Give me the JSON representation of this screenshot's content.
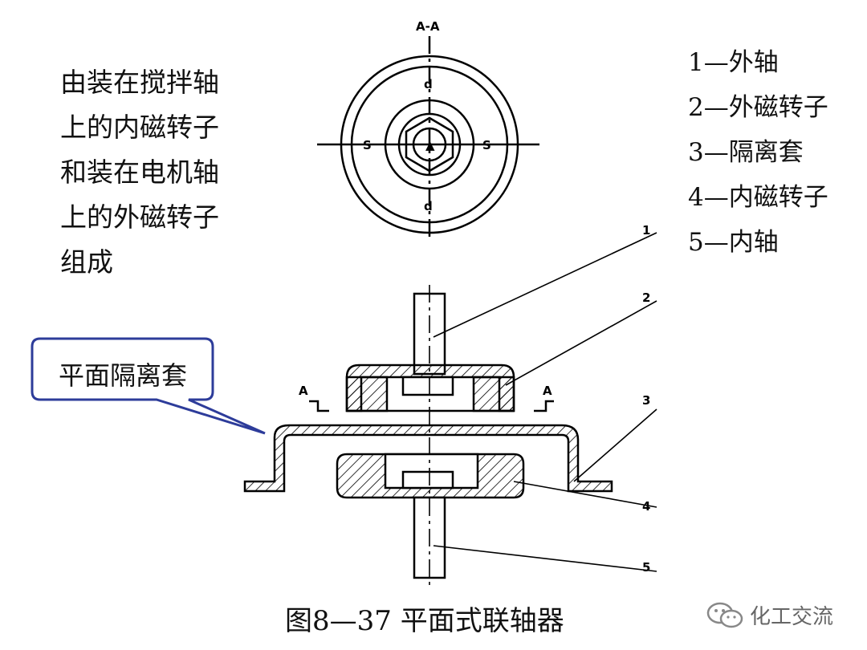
{
  "intro_lines": [
    "由装在搅拌轴",
    "上的内磁转子",
    "和装在电机轴",
    "上的外磁转子",
    "组成"
  ],
  "legend": [
    "1—外轴",
    "2—外磁转子",
    "3—隔离套",
    "4—内磁转子",
    "5—内轴"
  ],
  "callout": "平面隔离套",
  "caption": "图8—37  平面式联轴器",
  "watermark": "化工交流",
  "drawing_labels": {
    "section_top": "A-A",
    "section_left": "A",
    "section_right": "A",
    "part_1": "1",
    "part_2": "2",
    "part_3": "3",
    "part_4": "4",
    "part_5": "5",
    "top_view_d_top": "d",
    "top_view_d_bottom": "d",
    "top_view_s_left": "S",
    "top_view_s_right": "S"
  },
  "colors": {
    "callout_border": "#2d3c9a",
    "ink": "#000000"
  }
}
